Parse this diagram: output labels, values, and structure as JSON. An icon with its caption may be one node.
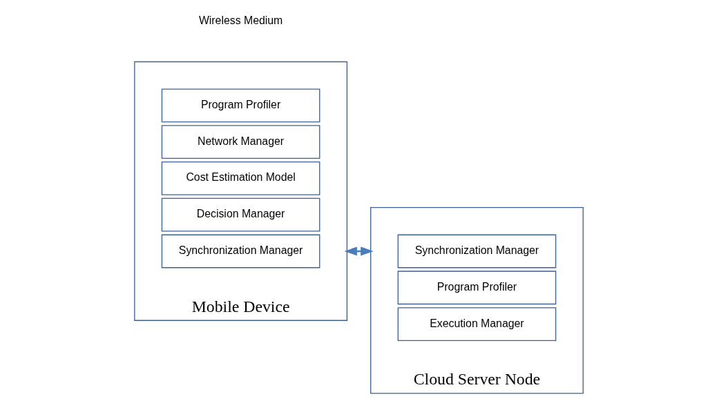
{
  "diagram": {
    "nodes": [
      {
        "text": [
          "Mobile Device"
        ]
      },
      {
        "text": [
          "Program Profiler"
        ],
        "in": 0
      },
      {
        "text": [
          "Network Manager"
        ],
        "in": 0
      },
      {
        "text": [
          "Cost Estimation Model"
        ],
        "in": 0
      },
      {
        "text": [
          "Decision Manager"
        ],
        "in": 0
      },
      {
        "text": [
          "Synchronization Manager"
        ],
        "in": 0
      },
      {
        "text": [
          "Cloud Server Node"
        ]
      },
      {
        "text": [
          "Synchronization Manager"
        ],
        "in": 6
      },
      {
        "text": [
          "Program Profiler"
        ],
        "in": 6
      },
      {
        "text": [
          "Execution Manager"
        ],
        "in": 6
      }
    ],
    "edges": [
      {
        "from": 0,
        "to": 6,
        "arrow": "both",
        "color": "#4a7ebb"
      }
    ],
    "labels": [
      "Wireless Medium"
    ]
  }
}
